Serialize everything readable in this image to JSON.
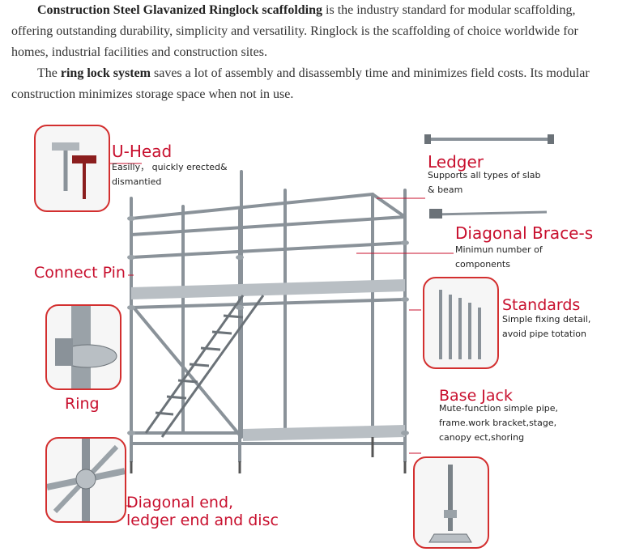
{
  "intro": {
    "p1_bold": "Construction Steel Glavanized Ringlock scaffolding",
    "p1_rest": " is the industry standard for modular scaffolding, offering outstanding durability, simplicity and versatility. Ringlock is the scaffolding of choice worldwide for homes, industrial facilities and construction sites.",
    "p2_pre": "The ",
    "p2_bold": "ring lock system",
    "p2_rest": " saves a lot of assembly and disassembly time and minimizes field costs. Its modular construction minimizes storage space when not in use."
  },
  "labels": {
    "uhead": "U-Head",
    "uhead_desc_1": "Easilly， quickly erected&",
    "uhead_desc_2": "dismantied",
    "connect_pin": "Connect Pin",
    "ring": "Ring",
    "diag_end_1": "Diagonal end,",
    "diag_end_2": "ledger end and disc",
    "ledger": "Ledger",
    "ledger_desc_1": "Supports all types of slab",
    "ledger_desc_2": "& beam",
    "brace": "Diagonal Brace-s",
    "brace_desc_1": "Minimun number of",
    "brace_desc_2": "components",
    "standards": "Standards",
    "standards_desc_1": "Simple fixing detail,",
    "standards_desc_2": "avoid pipe totation",
    "basejack": "Base Jack",
    "basejack_desc_1": "Mute-function simple pipe,",
    "basejack_desc_2": "frame.work bracket,stage,",
    "basejack_desc_3": "canopy ect,shoring"
  },
  "colors": {
    "accent": "#c8102e",
    "steel": "#8a9299"
  },
  "icons": [
    "u-head-icon",
    "ring-icon",
    "disc-node-icon",
    "ledger-icon",
    "brace-icon",
    "standards-icon",
    "base-jack-icon"
  ]
}
